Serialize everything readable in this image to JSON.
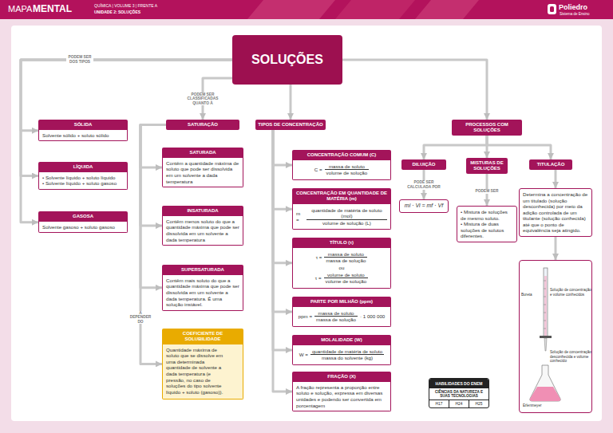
{
  "diagram": {
    "nodes": [
      {
        "text": [
          "SOLUÇÕES"
        ]
      },
      {
        "text": [
          "SÓLIDA",
          "Solvente sólido + soluto sólido"
        ]
      },
      {
        "text": [
          "LÍQUIDA",
          "• Solvente líquido + soluto líquido",
          "• Solvente líquido + soluto gasoso"
        ]
      },
      {
        "text": [
          "GASOSA",
          "Solvente gasoso + soluto gasoso"
        ]
      },
      {
        "text": [
          "SATURAÇÃO"
        ]
      },
      {
        "text": [
          "SATURADA",
          "Contêm a quantidade máxima de soluto que pode ser dissolvida em um solvente a dada temperatura"
        ]
      },
      {
        "text": [
          "INSATURADA",
          "Contêm menos soluto do que a quantidade máxima que pode ser dissolvida em um solvente a dada temperatura"
        ]
      },
      {
        "text": [
          "SUPERSATURADA",
          "Contêm mais soluto do que a quantidade máxima que pode ser dissolvida em um solvente a dada temperatura. É uma solução instável."
        ]
      },
      {
        "text": [
          "COEFICIENTE DE SOLUBILIDADE",
          "Quantidade máxima de soluto que se dissolve em uma determinada quantidade de solvente a dada temperatura (e pressão, no caso de soluções do tipo solvente líquido + soluto (gasoso))."
        ]
      },
      {
        "text": [
          "TIPOS DE CONCENTRAÇÃO"
        ]
      },
      {
        "text": [
          "CONCENTRAÇÃO COMUM (C)",
          "C =",
          "massa de soluto",
          "volume de solução"
        ]
      },
      {
        "text": [
          "CONCENTRAÇÃO EM QUANTIDADE DE MATÉRIA (m)",
          "m =",
          "quantidade de matéria de soluto (mol)",
          "volume de solução (L)"
        ]
      },
      {
        "text": [
          "TÍTULO (τ)",
          "τ =",
          "massa de soluto",
          "massa de solução",
          "ou",
          "τ =",
          "volume de soluto",
          "volume de solução"
        ]
      },
      {
        "text": [
          "PARTE POR MILHÃO (ppm)",
          "ppm =",
          "massa de soluto",
          "massa de solução",
          "· 1 000 000"
        ]
      },
      {
        "text": [
          "MOLALIDADE (W)",
          "W =",
          "quantidade de matéria de soluto",
          "massa do solvente (kg)"
        ]
      },
      {
        "text": [
          "FRAÇÃO (X)",
          "A fração representa a proporção entre soluto e solução, expressa em diversas unidades e podendo ser convertida em porcentagem"
        ]
      },
      {
        "text": [
          "PROCESSOS COM SOLUÇÕES"
        ]
      },
      {
        "text": [
          "DILUIÇÃO"
        ]
      },
      {
        "text": [
          "MISTURAS DE SOLUÇÕES"
        ]
      },
      {
        "text": [
          "TITULAÇÃO"
        ]
      },
      {
        "text": [
          "mi · Vi = mf · Vf"
        ]
      },
      {
        "text": [
          "• Mistura de soluções de mesmo soluto.",
          "• Mistura de duas soluções de solutos diferentes."
        ]
      },
      {
        "text": [
          "Determina a concentração de um titulado (solução desconhecida) por meio da adição controlada de um titulante (solução conhecida) até que o ponto de equivalência seja atingido."
        ]
      },
      {
        "text": [
          "Bureta",
          "Solução de concentração e volume conhecidos",
          "Solução de concentração desconhecida e volume conhecido",
          "Erlenmeyer"
        ]
      },
      {
        "text": [
          "HABILIDADES DO ENEM",
          "CIÊNCIAS DA NATUREZA E SUAS TECNOLOGIAS",
          "H17",
          "H24",
          "H25"
        ]
      }
    ],
    "edges": [
      {
        "from": 0,
        "to": 1,
        "label": "PODEM SER DOS TIPOS",
        "arrow": "to"
      },
      {
        "from": 0,
        "to": 2,
        "arrow": "to"
      },
      {
        "from": 0,
        "to": 3,
        "arrow": "to"
      },
      {
        "from": 0,
        "to": 4,
        "label": "PODEM SER CLASSIFICADAS QUANTO À",
        "arrow": "to"
      },
      {
        "from": 0,
        "to": 9,
        "arrow": "to"
      },
      {
        "from": 0,
        "to": 16,
        "arrow": "to"
      },
      {
        "from": 4,
        "to": 5,
        "arrow": "to"
      },
      {
        "from": 4,
        "to": 6,
        "arrow": "to"
      },
      {
        "from": 4,
        "to": 7,
        "arrow": "to"
      },
      {
        "from": 4,
        "to": 8,
        "label": "A DEPENDER DO",
        "arrow": "to"
      },
      {
        "from": 9,
        "to": 10,
        "arrow": "to"
      },
      {
        "from": 9,
        "to": 11,
        "arrow": "to"
      },
      {
        "from": 9,
        "to": 12,
        "arrow": "to"
      },
      {
        "from": 9,
        "to": 13,
        "arrow": "to"
      },
      {
        "from": 9,
        "to": 14,
        "arrow": "to"
      },
      {
        "from": 9,
        "to": 15,
        "arrow": "to"
      },
      {
        "from": 16,
        "to": 17,
        "arrow": "to"
      },
      {
        "from": 16,
        "to": 18,
        "arrow": "to"
      },
      {
        "from": 16,
        "to": 19,
        "arrow": "to"
      },
      {
        "from": 17,
        "to": 20,
        "label": "PODE SER CALCULADA POR",
        "arrow": "to"
      },
      {
        "from": 18,
        "to": 21,
        "label": "PODEM SER",
        "arrow": "to"
      },
      {
        "from": 19,
        "to": 22,
        "arrow": "to"
      },
      {
        "from": 22,
        "to": 23,
        "arrow": "to"
      }
    ],
    "labels": [
      "MAPA",
      "MENTAL",
      "QUÍMICA | VOLUME 3 | FRENTE A",
      "UNIDADE 2: SOLUÇÕES",
      "Poliedro",
      "Sistema de Ensino"
    ]
  }
}
